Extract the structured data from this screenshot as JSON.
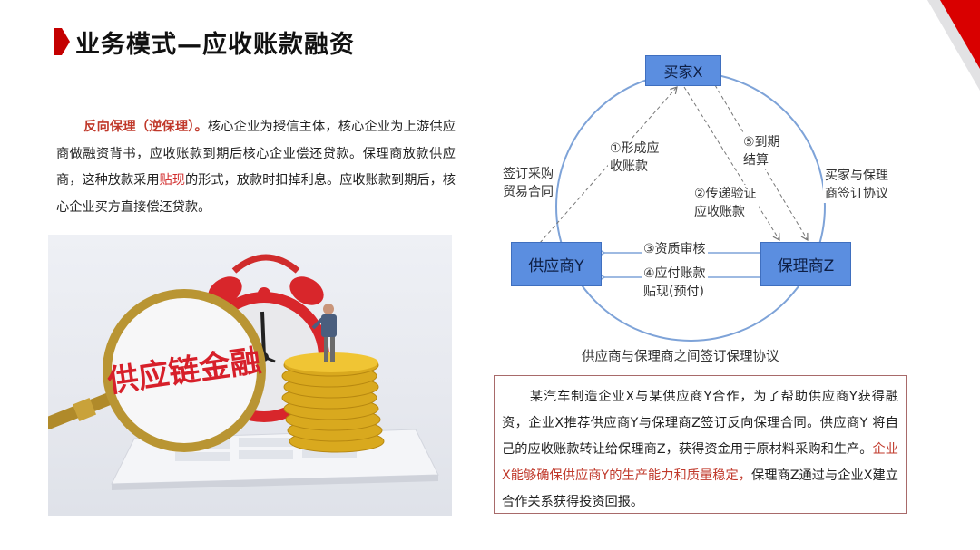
{
  "slide": {
    "title": "业务模式—应收账款融资",
    "accent_color": "#d90000",
    "intro": {
      "highlight_lead": "反向保理（逆保理）。",
      "text_1": "核心企业为授信主体，核心企业为上游供应商做融资背书，应收账款到期后核心企业偿还贷款。保理商放款供应商，这种放款采用",
      "highlight_word": "贴现",
      "text_2": "的形式，放款时扣掉利息。应收账款到期后，核心企业买方直接偿还贷款。"
    },
    "photo": {
      "caption_text": "供应链金融",
      "description": "magnifying glass, red alarm clock, gold coin stack with businessman figure on calculator"
    },
    "diagram": {
      "nodes": {
        "buyer": "买家X",
        "supplier": "供应商Y",
        "factor": "保理商Z"
      },
      "labels": {
        "left_arc": [
          "签订采购",
          "贸易合同"
        ],
        "right_arc": [
          "买家与保理",
          "商签订协议"
        ],
        "bottom_arc": "供应商与保理商之间签订保理协议",
        "step1": [
          "①形成应",
          "收账款"
        ],
        "step2": [
          "②传递验证",
          "应收账款"
        ],
        "step3": "③资质审核",
        "step4": [
          "④应付账款",
          "贴现(预付)"
        ],
        "step5": [
          "⑤到期",
          "结算"
        ]
      },
      "colors": {
        "node_fill": "#5b8ee0",
        "circle_stroke": "#7ea3d8",
        "arrow_solid": "#7ea3d8",
        "arrow_dashed": "#777777"
      }
    },
    "case_study": {
      "text_1": "某汽车制造企业X与某供应商Y合作，为了帮助供应商Y获得融资，企业X推荐供应商Y与保理商Z签订反向保理合同。供应商Y 将自己的应收账款转让给保理商Z，获得资金用于原材料采购和生产。",
      "highlight": "企业X能够确保供应商Y的生产能力和质量稳定，",
      "text_2": "保理商Z通过与企业X建立合作关系获得投资回报。"
    }
  }
}
